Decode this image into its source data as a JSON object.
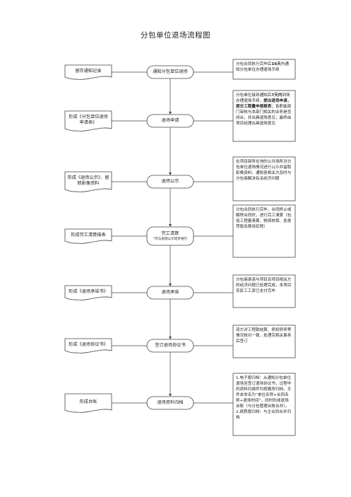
{
  "title": "分包单位退场流程图",
  "steps": [
    {
      "label": "通知分包单位退场",
      "sub": ""
    },
    {
      "label": "退场申请",
      "sub": ""
    },
    {
      "label": "退场公示",
      "sub": ""
    },
    {
      "label": "完工清算",
      "sub": "*可与退场公示同步进行"
    },
    {
      "label": "退场承诺",
      "sub": ""
    },
    {
      "label": "签订退场协议书",
      "sub": ""
    },
    {
      "label": "退场资料归档",
      "sub": ""
    }
  ],
  "documents": [
    {
      "label": "留存通知记录"
    },
    {
      "label": "形成《分包单位退场申请表》"
    },
    {
      "label": "形成《退场公示》、留取影像资料"
    },
    {
      "label": "形成完工清算报表"
    },
    {
      "label": "形成《退场承诺书》"
    },
    {
      "label": "形成《退场协议书》"
    },
    {
      "label": "形成台账"
    }
  ],
  "notes": [
    {
      "parts": [
        {
          "t": "分包合同执行完毕后",
          "b": false
        },
        {
          "t": "16天",
          "b": true
        },
        {
          "t": "内通知分包单位办理退场手续",
          "b": false
        }
      ]
    },
    {
      "parts": [
        {
          "t": "分包单位接到通知后",
          "b": false
        },
        {
          "t": "7天内",
          "b": true
        },
        {
          "t": "到场办理退场手续，",
          "b": false
        },
        {
          "t": "提出退场申请，提交工程量申报报表",
          "b": true
        },
        {
          "t": "；各职能部门审核与本部门相关的业务是否闭合，并出具退场意见；最终由项目经理出具退场意见",
          "b": false
        }
      ]
    },
    {
      "parts": [
        {
          "t": "在项目部所在地的公共场所对分包单位退场情况进行公示并留取影像资料，通知各相关方及时与分包商解决有关经济问题",
          "b": false
        }
      ]
    },
    {
      "parts": [
        {
          "t": "分包合同执行完毕、合同终止或解除合同时，进行完工清算（包括工程量清算、物资核销、各类罚款及费用扣除）",
          "b": false
        }
      ]
    },
    {
      "parts": [
        {
          "t": "分包商承诺与项目及项目相关方的经济问题已处理完成，本项目农民工工资已支付完毕",
          "b": false
        }
      ]
    },
    {
      "parts": [
        {
          "t": "双方对工程款结算、债权债务等情况核对一致，处理完相关事务后签订",
          "b": false
        }
      ]
    },
    {
      "parts": [
        {
          "t": "1.电子版归档：从通知分包单位退场至签订退场协议书，过程中的资料扫描件均按顺序归档，文件夹命名为“单位名称+合同名称+退场时间”，同时形成退场台账（与分包管理台账合并）。2.纸质版归档：与主合同合并归档",
          "b": false
        }
      ]
    }
  ]
}
